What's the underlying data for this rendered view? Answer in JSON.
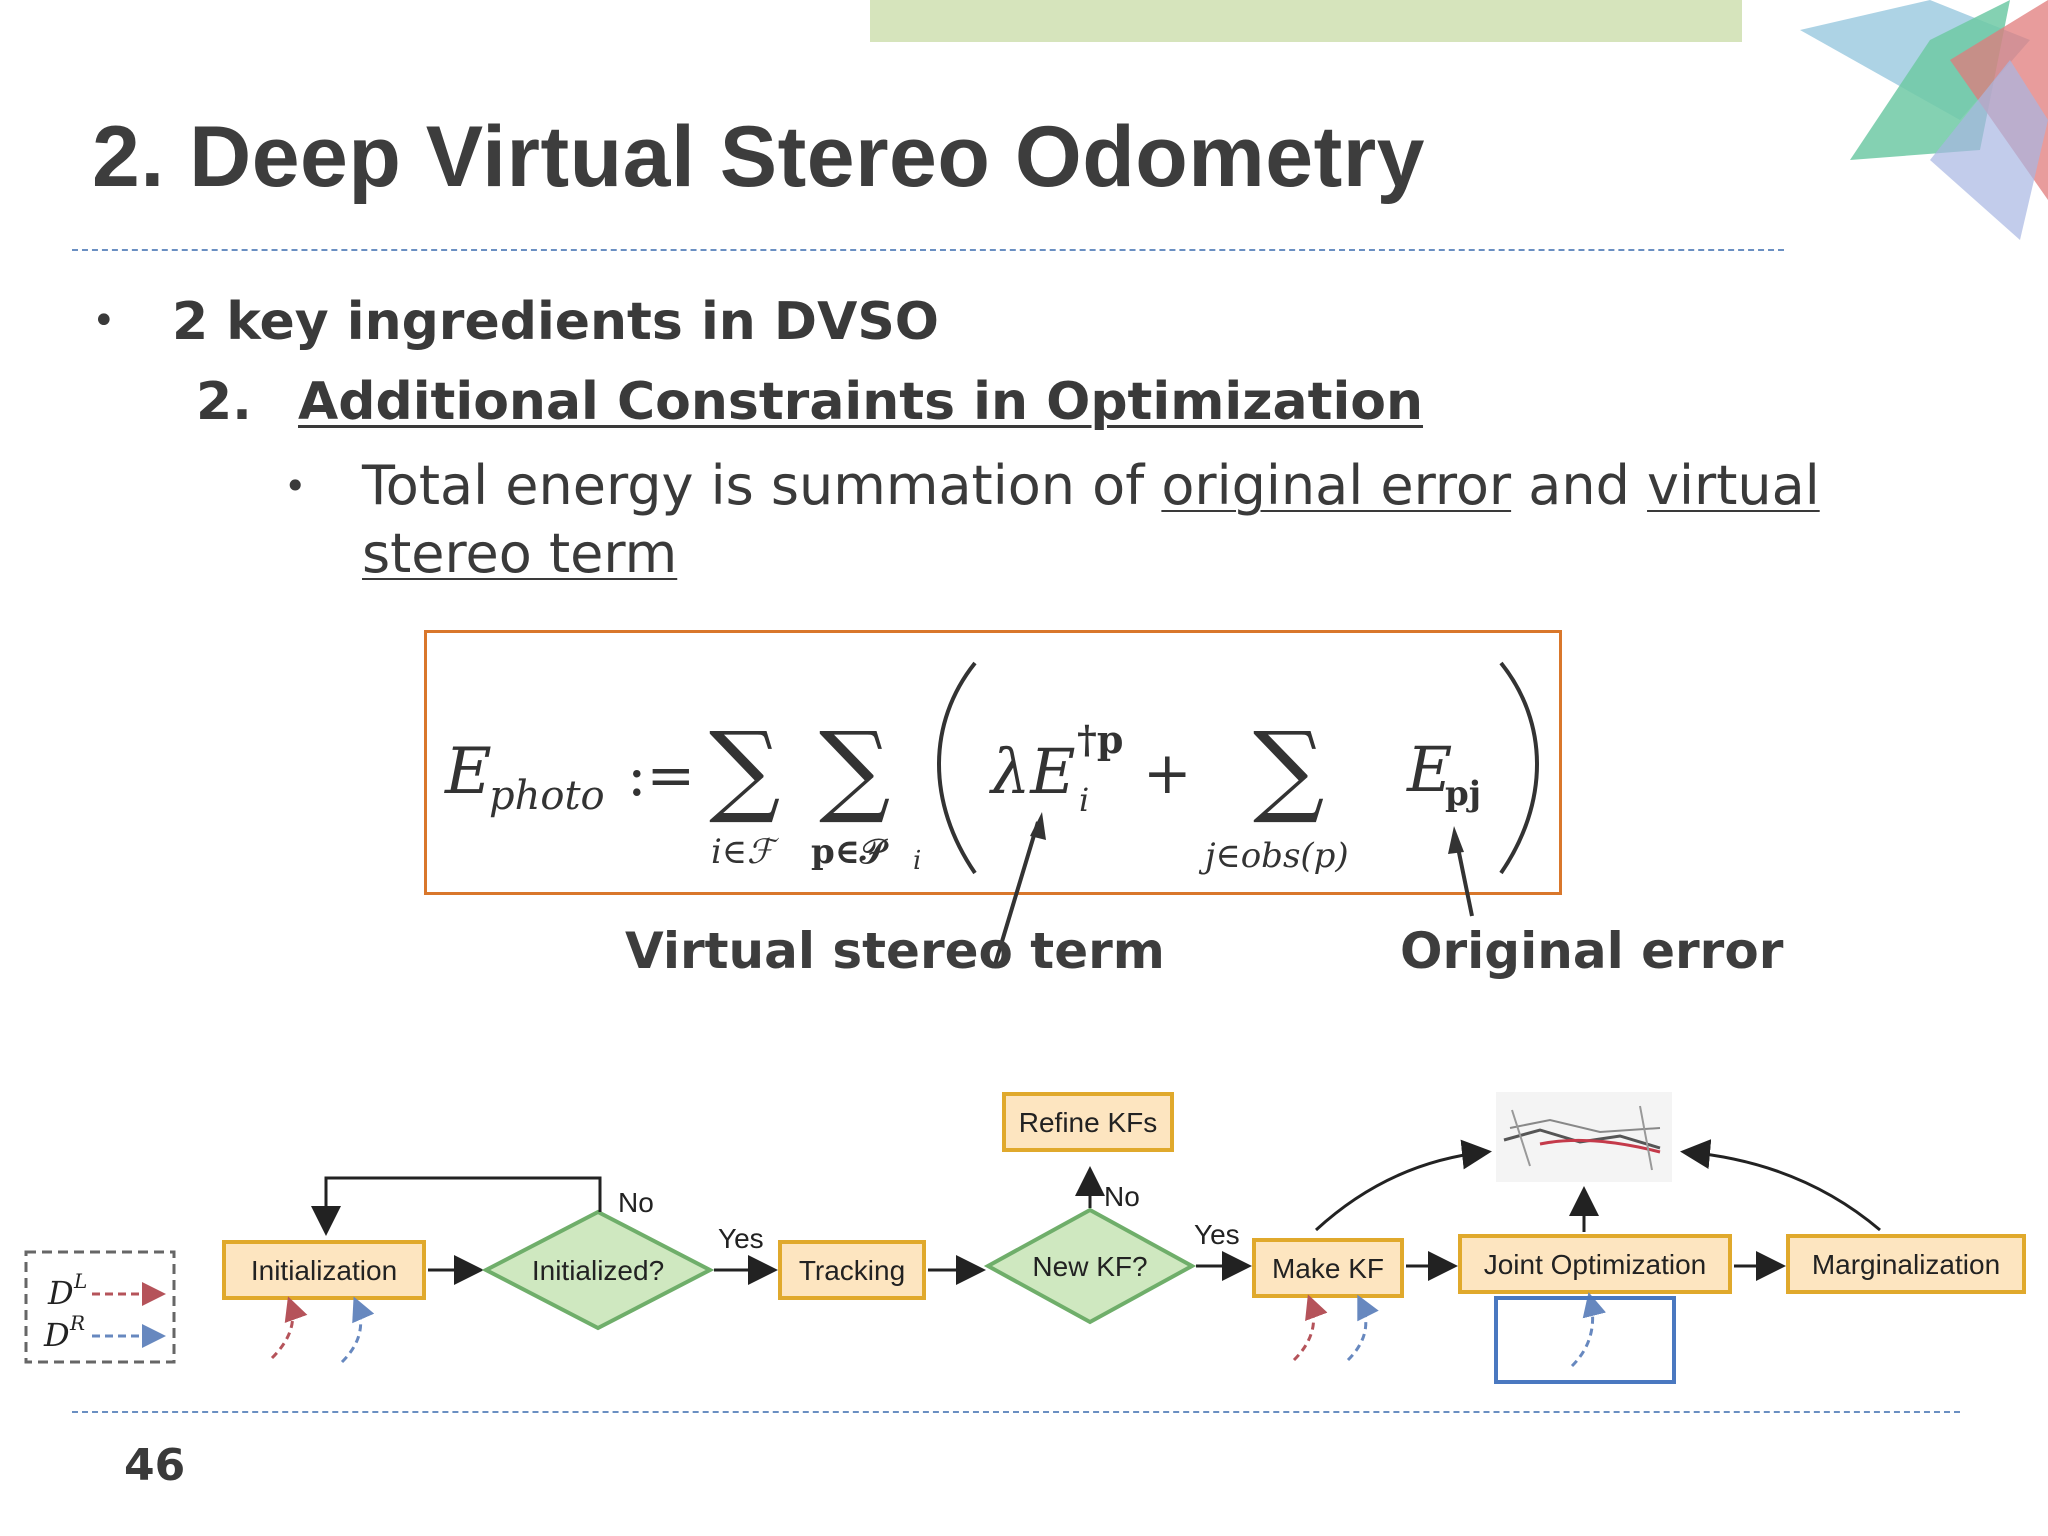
{
  "slide": {
    "title": "2. Deep Virtual Stereo Odometry",
    "page_number": "46"
  },
  "bullets": {
    "level1_marker": "•",
    "level1_text": "2 key ingredients in DVSO",
    "level2_number": "2.",
    "level2_text": "Additional Constraints in Optimization",
    "level3_marker": "•",
    "level3_text_a": "Total energy is summation of ",
    "level3_link_1": "original error",
    "level3_text_b": " and ",
    "level3_link_2": "virtual stereo term"
  },
  "equation": {
    "lhs": "E",
    "lhs_sub": "photo",
    "assign": ":=",
    "sum_1_sub": "i∈ℱ",
    "sum_2_sub": "p∈𝒫",
    "sum_2_sub_i": "i",
    "lambda_term": "λE",
    "lambda_sup": "†p",
    "lambda_sub": "i",
    "plus": "+",
    "sum_3_sub": "j∈obs(p)",
    "last_term": "E",
    "last_sub": "pj",
    "sum_symbol": "∑"
  },
  "callouts": {
    "virtual": "Virtual stereo term",
    "original": "Original error"
  },
  "pipeline": {
    "input_left": "D",
    "input_left_sup": "L",
    "input_right": "D",
    "input_right_sup": "R",
    "nodes": {
      "initialization": "Initialization",
      "initialized_q": "Initialized?",
      "tracking": "Tracking",
      "new_kf_q": "New KF?",
      "make_kf": "Make KF",
      "joint_opt": "Joint Optimization",
      "marginalization": "Marginalization",
      "refine_kfs": "Refine KFs"
    },
    "labels": {
      "no_1": "No",
      "yes_1": "Yes",
      "no_2": "No",
      "yes_2": "Yes"
    }
  },
  "colors": {
    "accent_bar": "#d6e4bc",
    "equation_border": "#d9772b",
    "rule": "#6a8fc2",
    "node_fill": "#fde5c0",
    "node_border": "#e0a92c",
    "diamond_fill": "#cfe8c0",
    "diamond_border": "#6fae6a",
    "highlight_box": "#4a78c0",
    "dashed_red": "#b5535a",
    "dashed_blue": "#6788bf"
  }
}
